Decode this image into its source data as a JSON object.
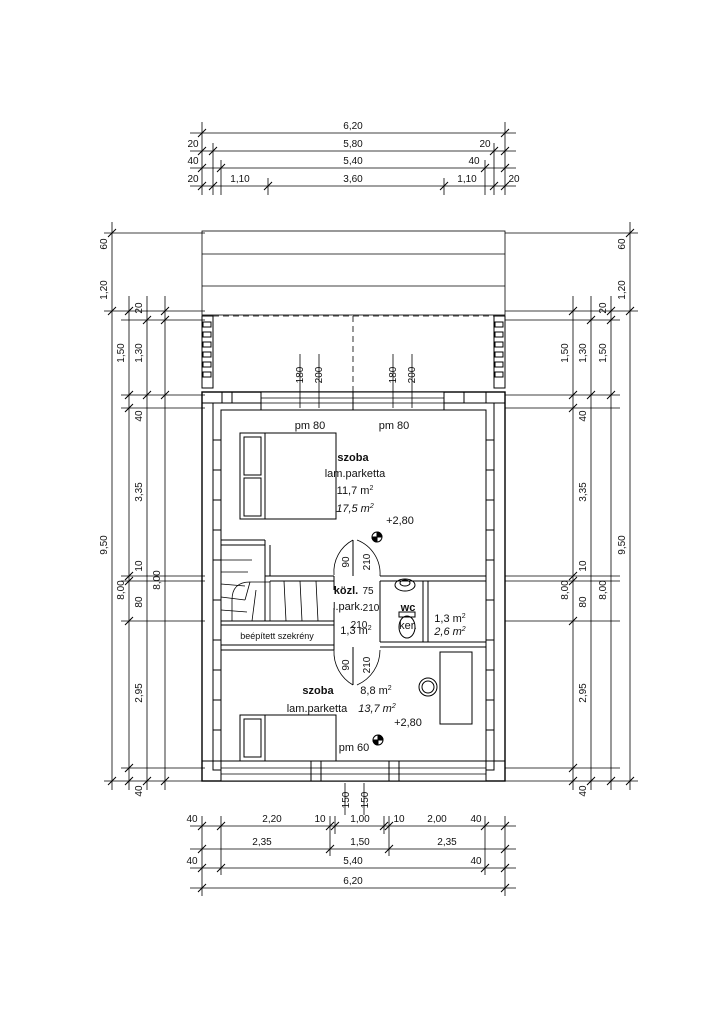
{
  "top_dims": {
    "row1": [
      "6,20"
    ],
    "row2": [
      "20",
      "5,80",
      "20"
    ],
    "row3": [
      "40",
      "5,40",
      "40"
    ],
    "row4": [
      "20",
      "1,10",
      "3,60",
      "1,10",
      "20"
    ]
  },
  "bottom_dims": {
    "row1": [
      "40",
      "2,20",
      "10",
      "1,00",
      "10",
      "2,00",
      "40"
    ],
    "row2": [
      "2,35",
      "1,50",
      "2,35"
    ],
    "row3": [
      "40",
      "5,40",
      "40"
    ],
    "row4": [
      "6,20"
    ]
  },
  "left_dims": {
    "total": "9,50",
    "inner": "8,00",
    "inner2": "8,00",
    "outer_top": [
      "1,20",
      "60"
    ],
    "mid": [
      "1,50",
      "1,30",
      "20"
    ],
    "segments": [
      "40",
      "3,35",
      "10",
      "80",
      "2,95",
      "40"
    ]
  },
  "right_dims": {
    "total": "9,50",
    "inner": "8,00",
    "inner2": "8,00",
    "outer_top": [
      "1,20",
      "60"
    ],
    "mid": [
      "1,50",
      "1,30",
      "20"
    ],
    "segments": [
      "40",
      "3,35",
      "10",
      "80",
      "2,95",
      "40"
    ]
  },
  "windows": {
    "w1_sill": "180",
    "w1_head": "200",
    "w2_sill": "180",
    "w2_head": "200",
    "w1_label": "pm 80",
    "w2_label": "pm 80",
    "w3_label": "pm 60",
    "door_bottom_a": "150",
    "door_bottom_b": "150"
  },
  "doors": {
    "d1_w": "90",
    "d1_h": "210",
    "d2_w": "75",
    "d2_h": "210",
    "d3_h": "210",
    "d4_w": "90",
    "d4_h": "210"
  },
  "rooms": {
    "room1": {
      "name": "szoba",
      "floor": "lam.parketta",
      "area": "11,7 m",
      "area2": "17,5 m",
      "level": "+2,80"
    },
    "hall": {
      "name": "közl.",
      "floor": "l.park.",
      "area": "1,3 m"
    },
    "wc": {
      "name": "wc",
      "floor": "ker.",
      "area": "1,3 m",
      "area2": "2,6 m"
    },
    "room2": {
      "name": "szoba",
      "floor": "lam.parketta",
      "area": "8,8 m",
      "area2": "13,7 m",
      "level": "+2,80"
    },
    "wardrobe": "beépített szekrény",
    "sup": "2"
  }
}
